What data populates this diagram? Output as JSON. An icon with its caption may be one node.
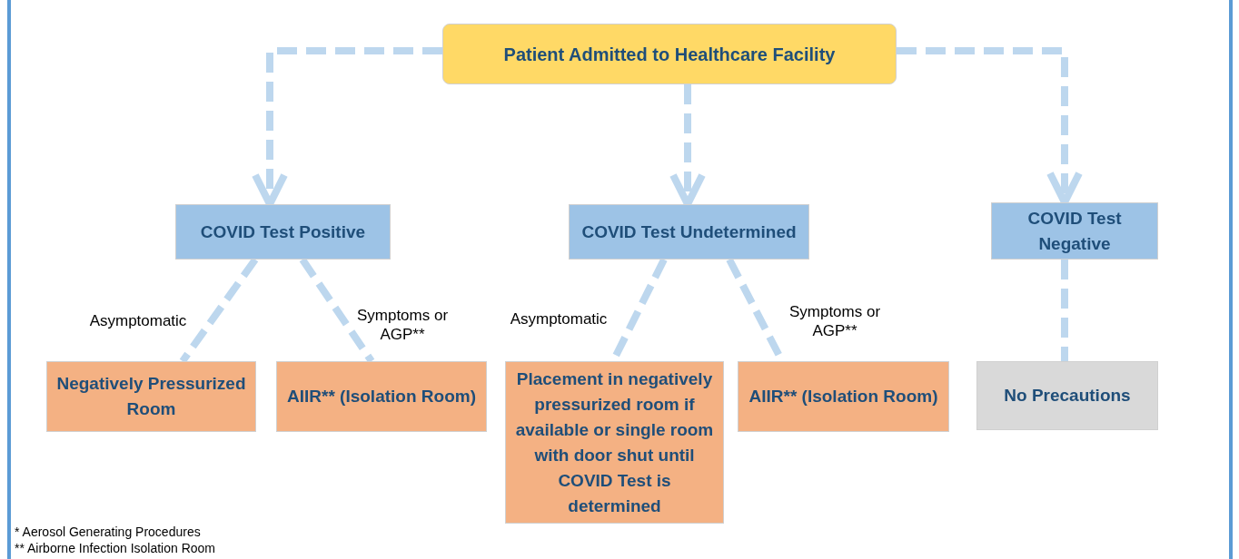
{
  "diagram": {
    "nodes": [
      {
        "text": [
          "Patient Admitted to Healthcare Facility"
        ]
      },
      {
        "text": [
          "COVID Test Positive"
        ]
      },
      {
        "text": [
          "COVID Test Undetermined"
        ]
      },
      {
        "text": [
          "COVID Test Negative"
        ]
      },
      {
        "text": [
          "Negatively Pressurized Room"
        ]
      },
      {
        "text": [
          "AIIR** (Isolation Room)"
        ]
      },
      {
        "text": [
          "Placement in negatively pressurized room if available or single room with door shut until COVID Test is determined"
        ]
      },
      {
        "text": [
          "AIIR** (Isolation Room)"
        ]
      },
      {
        "text": [
          "No Precautions"
        ]
      }
    ],
    "edges": [
      {
        "from": 0,
        "to": 1,
        "arrow": "to",
        "style": "dashed"
      },
      {
        "from": 0,
        "to": 2,
        "arrow": "to",
        "style": "dashed"
      },
      {
        "from": 0,
        "to": 3,
        "arrow": "to",
        "style": "dashed"
      },
      {
        "from": 1,
        "to": 4,
        "arrow": "none",
        "style": "dashed",
        "label": "Asymptomatic"
      },
      {
        "from": 1,
        "to": 5,
        "arrow": "none",
        "style": "dashed",
        "label": "Symptoms or AGP**"
      },
      {
        "from": 2,
        "to": 6,
        "arrow": "none",
        "style": "dashed",
        "label": "Asymptomatic"
      },
      {
        "from": 2,
        "to": 7,
        "arrow": "none",
        "style": "dashed",
        "label": "Symptoms or AGP**"
      },
      {
        "from": 3,
        "to": 8,
        "arrow": "none",
        "style": "dashed"
      }
    ],
    "labels": [
      "* Aerosol Generating Procedures",
      "** Airborne Infection Isolation Room"
    ]
  }
}
